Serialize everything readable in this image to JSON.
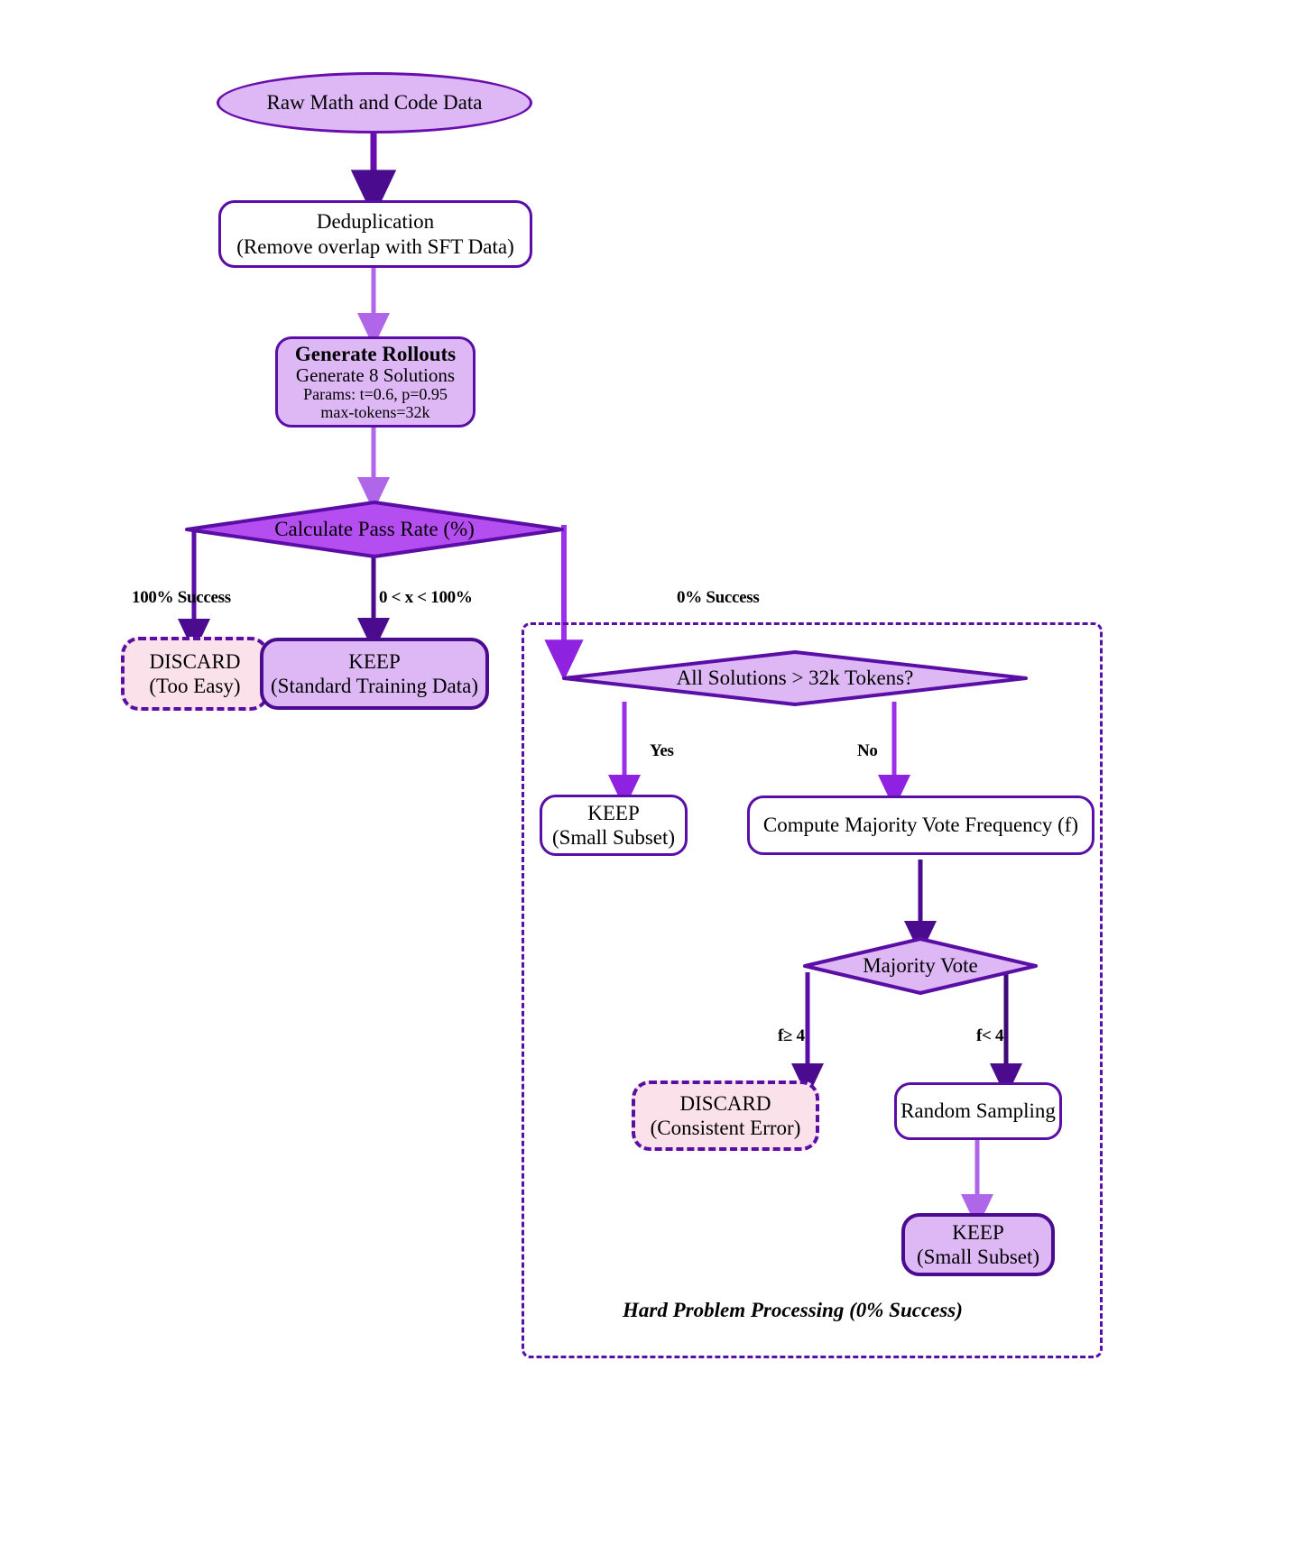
{
  "diagram": {
    "title": "Data Filtering Pipeline Flowchart",
    "colors": {
      "node_stroke": "#5b0ea6",
      "node_fill_purple": "#ddb8f5",
      "node_fill_white": "#ffffff",
      "discard_fill": "#fbe2ea",
      "edge_dark": "#4b0b8f",
      "edge_light": "#b066e8",
      "edge_mid": "#8a2be2"
    },
    "nodes": {
      "raw_data": {
        "label": "Raw Math and Code Data",
        "shape": "ellipse"
      },
      "dedup": {
        "line1": "Deduplication",
        "line2": "(Remove overlap with SFT Data)",
        "shape": "rounded-rect"
      },
      "rollouts": {
        "line1": "Generate Rollouts",
        "line2": "Generate 8 Solutions",
        "line3": "Params: t=0.6, p=0.95",
        "line4": "max-tokens=32k",
        "shape": "rounded-rect"
      },
      "pass_rate": {
        "label": "Calculate Pass Rate (%)",
        "shape": "diamond"
      },
      "discard_easy": {
        "line1": "DISCARD",
        "line2": "(Too Easy)",
        "shape": "rounded-rect-dashed"
      },
      "keep_standard": {
        "line1": "KEEP",
        "line2": "(Standard Training Data)",
        "shape": "rounded-rect"
      },
      "all_solutions": {
        "label": "All Solutions > 32k Tokens?",
        "shape": "diamond"
      },
      "keep_small_subset_1": {
        "line1": "KEEP",
        "line2": "(Small Subset)",
        "shape": "rounded-rect"
      },
      "majority_freq": {
        "label": "Compute Majority Vote Frequency (f)",
        "shape": "rounded-rect"
      },
      "majority_vote": {
        "label": "Majority Vote",
        "shape": "diamond"
      },
      "discard_consistent": {
        "line1": "DISCARD",
        "line2": "(Consistent Error)",
        "shape": "rounded-rect-dashed"
      },
      "random_sampling": {
        "label": "Random Sampling",
        "shape": "rounded-rect"
      },
      "keep_small_subset_2": {
        "line1": "KEEP",
        "line2": "(Small Subset)",
        "shape": "rounded-rect"
      }
    },
    "edge_labels": {
      "success_100": "100% Success",
      "between": "0 < x < 100%",
      "success_0": "0% Success",
      "yes": "Yes",
      "no": "No",
      "f_ge_4": "f≥ 4",
      "f_lt_4": "f< 4"
    },
    "subgraph": {
      "title": "Hard Problem Processing (0% Success)"
    }
  }
}
